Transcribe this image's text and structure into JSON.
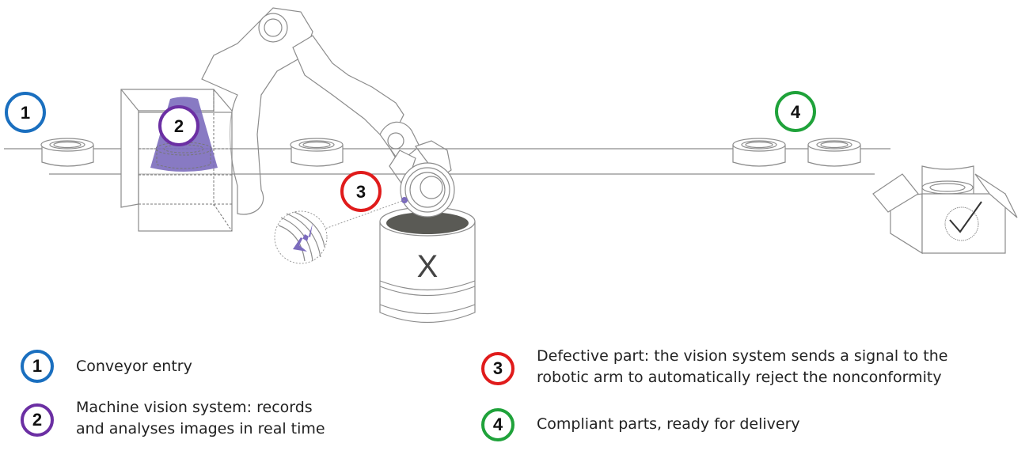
{
  "colors": {
    "step1": "#1a6fbf",
    "step2": "#6b2fa3",
    "step3": "#e01b1b",
    "step4": "#1fa23a",
    "vision_cone": "#7b6bbd",
    "bin_interior": "#5a5a55",
    "outline": "#8c8c8c"
  },
  "diagram": {
    "badges": [
      {
        "number": "1"
      },
      {
        "number": "2"
      },
      {
        "number": "3"
      },
      {
        "number": "4"
      }
    ],
    "reject_bin_label": "X",
    "icons": {
      "robotic_arm": "robotic-arm-icon",
      "vision_station": "vision-station-icon",
      "reject_bin": "reject-bin-icon",
      "delivery_box": "delivery-box-icon",
      "checkmark": "checkmark-icon",
      "defect_magnifier": "defect-magnifier-icon"
    }
  },
  "legend": [
    {
      "number": "1",
      "lines": [
        "Conveyor entry"
      ]
    },
    {
      "number": "2",
      "lines": [
        "Machine vision system: records",
        "and analyses images in real time"
      ]
    },
    {
      "number": "3",
      "lines": [
        "Defective part: the vision system sends a signal to the",
        "robotic arm to automatically reject the nonconformity"
      ]
    },
    {
      "number": "4",
      "lines": [
        "Compliant parts, ready for delivery"
      ]
    }
  ]
}
